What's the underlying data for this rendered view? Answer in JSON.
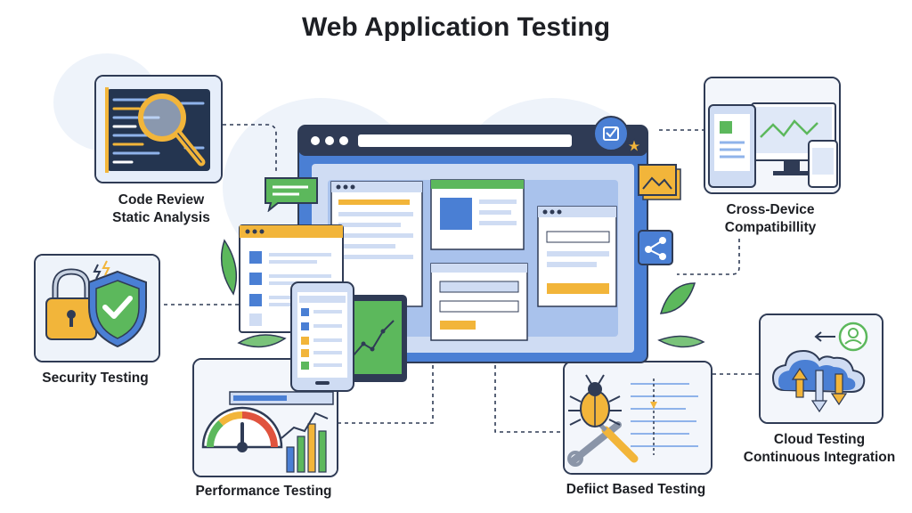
{
  "title": "Web Application Testing",
  "nodes": {
    "code_review": {
      "lines": [
        "Code Review",
        "Static Analysis"
      ],
      "icon": "magnifier-code-icon"
    },
    "cross_device": {
      "lines": [
        "Cross-Device",
        "Compatibillity"
      ],
      "icon": "devices-icon"
    },
    "security": {
      "lines": [
        "Security Testing"
      ],
      "icon": "lock-shield-icon"
    },
    "cloud": {
      "lines": [
        "Cloud Testing",
        "Continuous Integration"
      ],
      "icon": "cloud-sync-icon"
    },
    "performance": {
      "lines": [
        "Performance Testing"
      ],
      "icon": "gauge-chart-icon"
    },
    "defect": {
      "lines": [
        "Defiict Based Testing"
      ],
      "icon": "bug-tools-icon"
    }
  },
  "colors": {
    "ink": "#2f3b55",
    "blue": "#4a7fd4",
    "light_blue": "#cfdcf3",
    "yellow": "#f2b53a",
    "green": "#5cb85c",
    "background_tint": "#eef3fa"
  }
}
